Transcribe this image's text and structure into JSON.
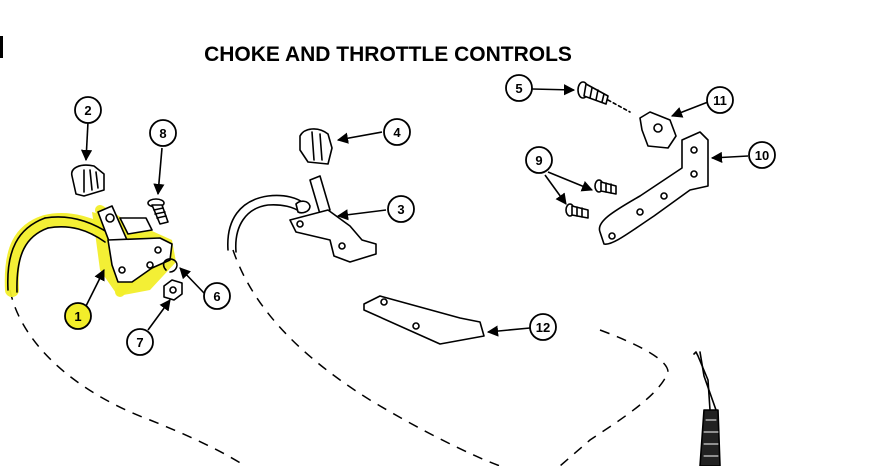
{
  "title": "CHOKE AND THROTTLE CONTROLS",
  "colors": {
    "highlight": "#f2ee2a",
    "ink": "#000000",
    "background": "#ffffff"
  },
  "callouts": {
    "c1": "1",
    "c2": "2",
    "c3": "3",
    "c4": "4",
    "c5": "5",
    "c6": "6",
    "c7": "7",
    "c8": "8",
    "c9": "9",
    "c10": "10",
    "c11": "11",
    "c12": "12"
  }
}
